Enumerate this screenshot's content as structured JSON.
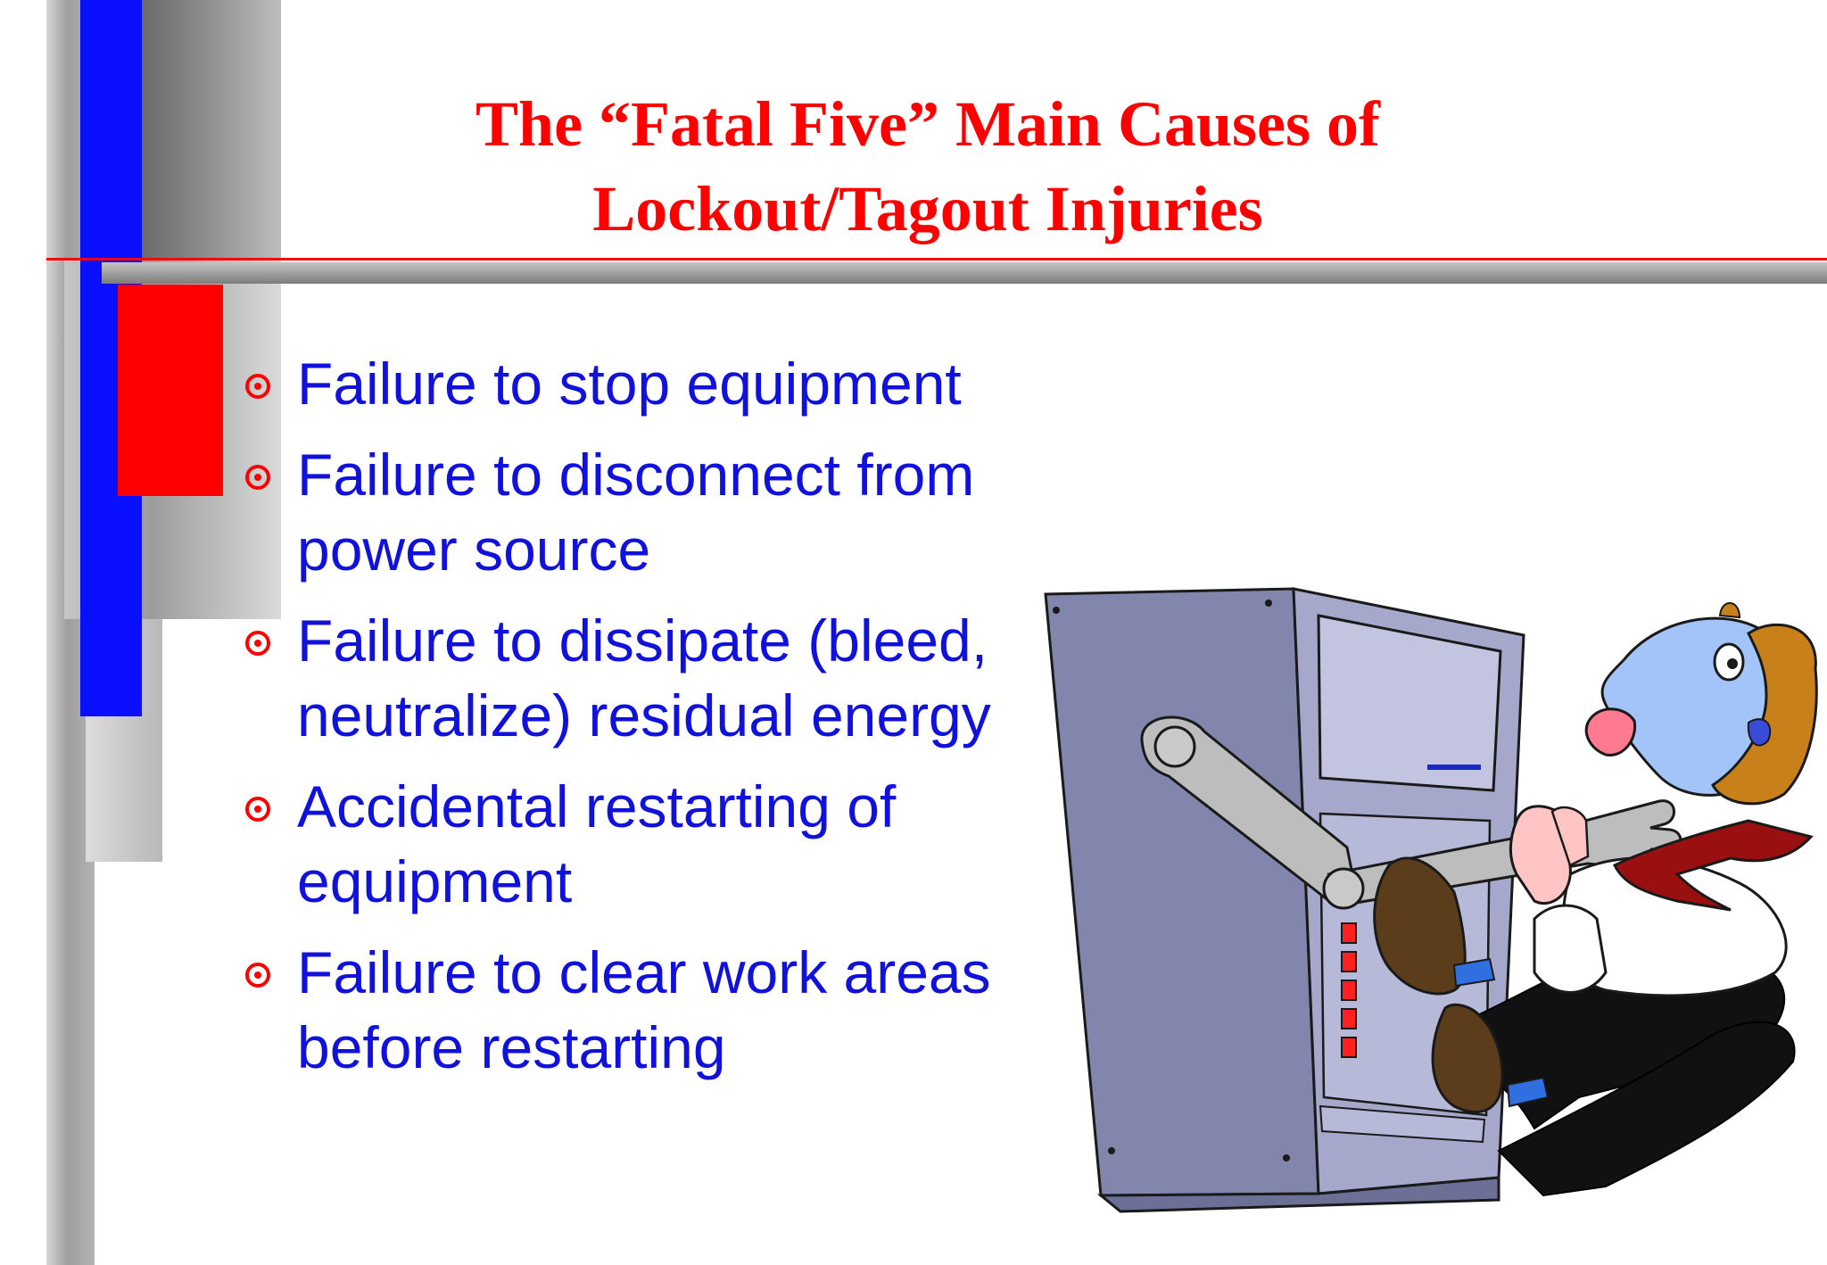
{
  "slide": {
    "title_line1": "The “Fatal Five” Main Causes of",
    "title_line2": "Lockout/Tagout Injuries"
  },
  "bullets": [
    "Failure to stop equipment",
    "Failure to disconnect from power source",
    "Failure to dissipate (bleed, neutralize) residual energy",
    "Accidental restarting of equipment",
    "Failure to clear work areas before restarting"
  ],
  "colors": {
    "title": "#ff0000",
    "bullet_text": "#1111dd",
    "bullet_marker": "#ff0000",
    "accent_blue": "#0a10ff",
    "accent_red": "#ff0000",
    "machine": "#8488b0"
  },
  "icons": {
    "bullet_marker": "circled-dot-bullet-icon",
    "illustration": "machine-grabbing-worker-clipart"
  }
}
